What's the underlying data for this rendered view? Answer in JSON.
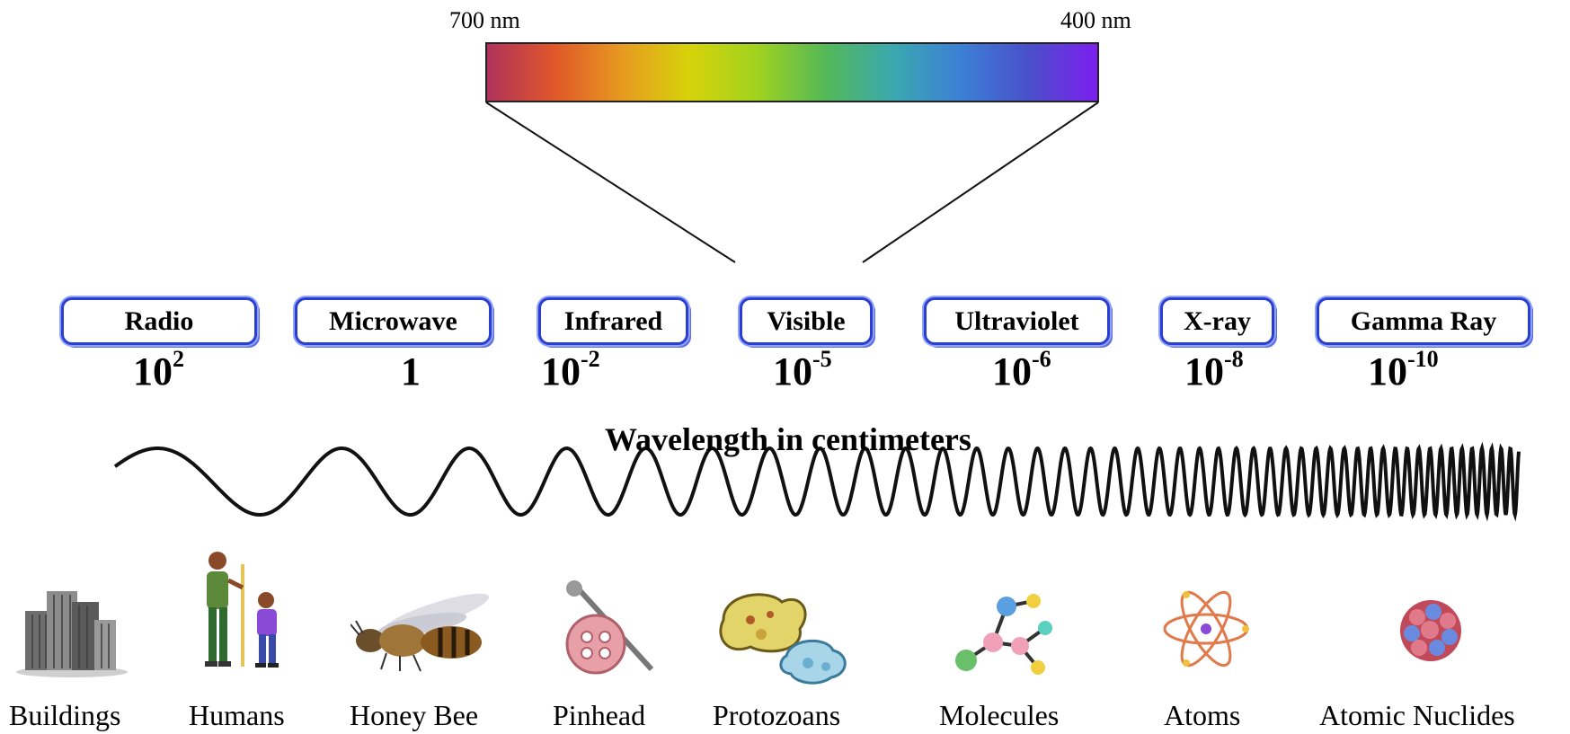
{
  "spectrum": {
    "left_label": "700 nm",
    "right_label": "400 nm",
    "gradient": [
      "#b0325a",
      "#e0572a",
      "#e79b20",
      "#d6d30a",
      "#9fd21f",
      "#53b858",
      "#3aa8b0",
      "#3c7fd6",
      "#4a4fc9",
      "#7d1ff0"
    ]
  },
  "bands": [
    {
      "name": "Radio",
      "exp_base": "10",
      "exp_power": "2"
    },
    {
      "name": "Microwave",
      "exp_base": "1",
      "exp_power": ""
    },
    {
      "name": "Infrared",
      "exp_base": "10",
      "exp_power": "-2"
    },
    {
      "name": "Visible",
      "exp_base": "10",
      "exp_power": "-5"
    },
    {
      "name": "Ultraviolet",
      "exp_base": "10",
      "exp_power": "-6"
    },
    {
      "name": "X-ray",
      "exp_base": "10",
      "exp_power": "-8"
    },
    {
      "name": "Gamma Ray",
      "exp_base": "10",
      "exp_power": "-10"
    }
  ],
  "axis_title": "Wavelength in centimeters",
  "objects": [
    {
      "label": "Buildings",
      "icon": "buildings-icon"
    },
    {
      "label": "Humans",
      "icon": "humans-icon"
    },
    {
      "label": "Honey Bee",
      "icon": "honey-bee-icon"
    },
    {
      "label": "Pinhead",
      "icon": "pinhead-icon"
    },
    {
      "label": "Protozoans",
      "icon": "protozoans-icon"
    },
    {
      "label": "Molecules",
      "icon": "molecules-icon"
    },
    {
      "label": "Atoms",
      "icon": "atom-icon"
    },
    {
      "label": "Atomic Nuclides",
      "icon": "nucleus-icon"
    }
  ],
  "colors": {
    "band_border": "#2a3fcf",
    "wave": "#111111"
  }
}
